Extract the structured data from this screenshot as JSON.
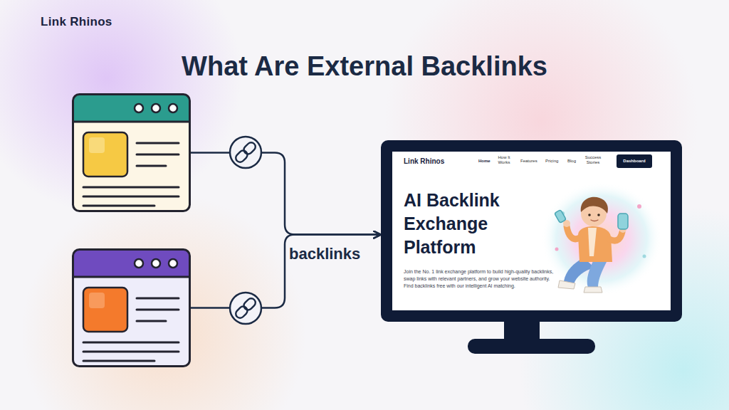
{
  "diagram": {
    "title": "What Are External Backlinks",
    "nodes": [
      {
        "text": []
      },
      {
        "text": []
      },
      {
        "text": [
          "Link Rhinos",
          "Home",
          "How It Works",
          "Features",
          "Pricing",
          "Blog",
          "Success Stories",
          "AI Backlink Exchange Platform",
          "Join the No. 1 link exchange platform to build high-quality backlinks, swap links with relevant partners, and grow your website authority. Find backlinks free with our intelligent AI matching."
        ]
      },
      {
        "text": [
          "Dashboard"
        ],
        "in": 2
      }
    ],
    "edges": [
      {
        "from": 0,
        "to": 2,
        "arrow": "to",
        "label": "backlinks"
      },
      {
        "from": 1,
        "to": 2,
        "arrow": "to"
      }
    ],
    "labels": [
      "Link Rhinos"
    ]
  }
}
